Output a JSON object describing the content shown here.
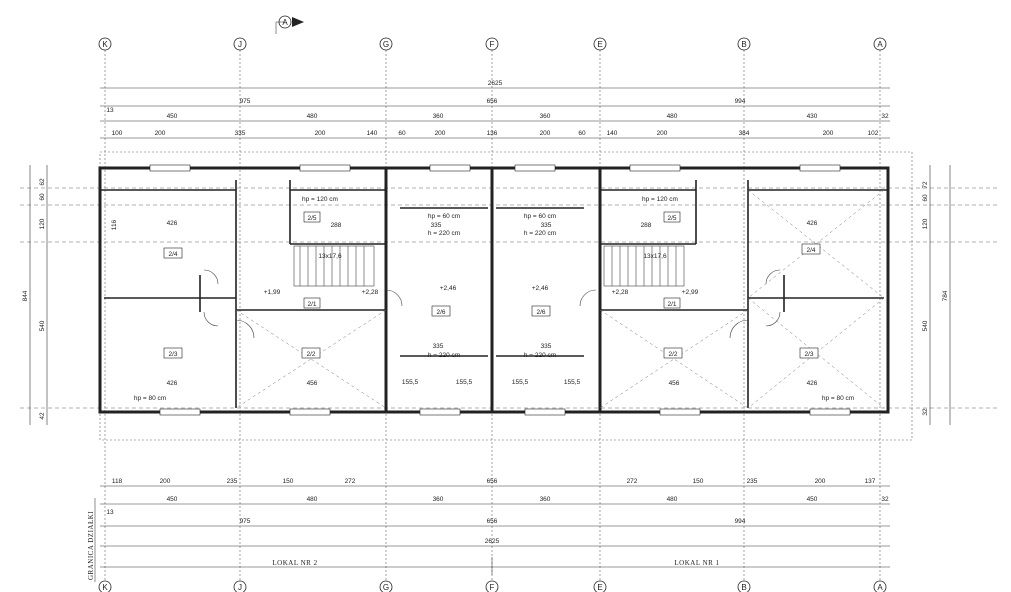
{
  "north_arrow": "A",
  "axes_top": [
    "K",
    "J",
    "G",
    "F",
    "E",
    "B",
    "A"
  ],
  "axes_bottom": [
    "K",
    "J",
    "G",
    "F",
    "E",
    "B",
    "A"
  ],
  "dims_top": {
    "row1": "2625",
    "row2": [
      "975",
      "656",
      "994"
    ],
    "row3": [
      "13",
      "450",
      "480",
      "360",
      "360",
      "480",
      "430",
      "32"
    ],
    "row4": [
      "100",
      "200",
      "335",
      "200",
      "140",
      "60",
      "200",
      "136",
      "200",
      "60",
      "140",
      "200",
      "384",
      "200",
      "102"
    ]
  },
  "dims_bottom": {
    "row1": [
      "118",
      "200",
      "235",
      "150",
      "272",
      "656",
      "272",
      "150",
      "235",
      "200",
      "137"
    ],
    "row2": [
      "450",
      "480",
      "360",
      "360",
      "480",
      "450",
      "32"
    ],
    "row2_left": "13",
    "row3": [
      "975",
      "656",
      "994"
    ],
    "row4": "2625"
  },
  "dims_left": [
    "62",
    "60",
    "120",
    "844",
    "540",
    "116",
    "42"
  ],
  "dims_right": [
    "72",
    "60",
    "120",
    "784",
    "540",
    "32"
  ],
  "rooms": {
    "r24L": "2/4",
    "r24R": "2/4",
    "r23L": "2/3",
    "r23R": "2/3",
    "r22L": "2/2",
    "r22R": "2/2",
    "r21L": "2/1",
    "r21R": "2/1",
    "r25L": "2/5",
    "r25R": "2/5",
    "r26L": "2/6",
    "r26R": "2/6"
  },
  "notes": {
    "hp120L": "hp = 120 cm",
    "hp120R": "hp = 120 cm",
    "hp60L": "hp = 60 cm",
    "hp60R": "hp = 60 cm",
    "h220a": "h = 220 cm",
    "h220b": "h = 220 cm",
    "h220c": "h = 220 cm",
    "h220d": "h = 220 cm",
    "hp80L": "hp = 80 cm",
    "hp80R": "hp = 80 cm",
    "lev1": "+2,46",
    "lev2": "+2,46",
    "lev3": "+1,99",
    "lev4": "+2,28",
    "lev5": "+2,28",
    "lev6": "+2,99",
    "stairL": "13x17,6",
    "stairR": "13x17,6",
    "w426a": "426",
    "w426b": "426",
    "w426c": "426",
    "w426d": "426",
    "w456a": "456",
    "w456b": "456",
    "w335a": "335",
    "w335b": "335",
    "w335c": "335",
    "w335d": "335",
    "w288a": "288",
    "w288b": "288",
    "w1555a": "155,5",
    "w1555b": "155,5",
    "w1555c": "155,5",
    "w1555d": "155,5"
  },
  "labels": {
    "granica": "GRANICA DZIAŁKI",
    "lokal2": "LOKAL NR 2",
    "lokal1": "LOKAL NR 1"
  }
}
